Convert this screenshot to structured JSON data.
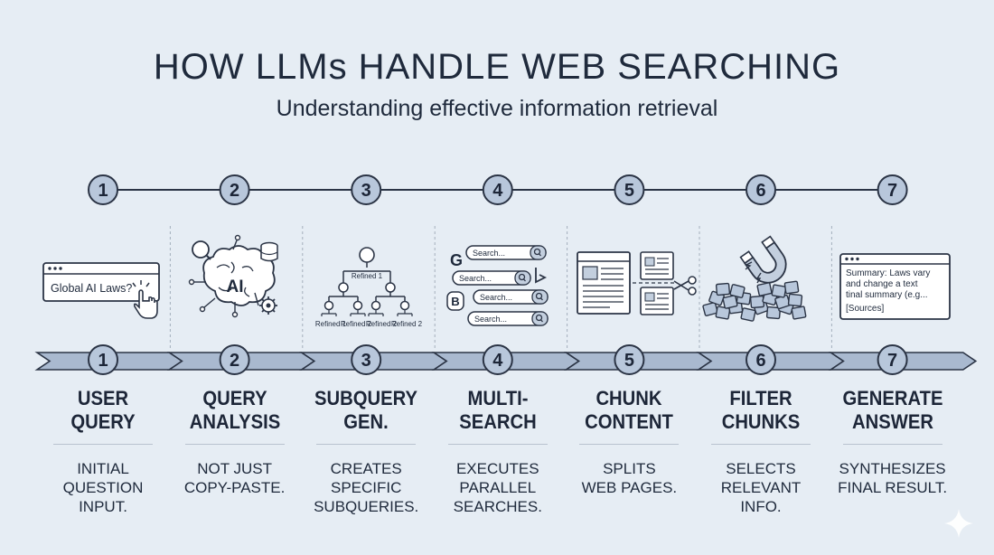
{
  "title": "HOW LLMs HANDLE WEB SEARCHING",
  "subtitle": "Understanding effective information retrieval",
  "steps": [
    {
      "number": "1",
      "title_line1": "USER",
      "title_line2": "QUERY",
      "desc_line1": "INITIAL",
      "desc_line2": "QUESTION",
      "desc_line3": "INPUT."
    },
    {
      "number": "2",
      "title_line1": "QUERY",
      "title_line2": "ANALYSIS",
      "desc_line1": "NOT JUST",
      "desc_line2": "COPY-PASTE.",
      "desc_line3": ""
    },
    {
      "number": "3",
      "title_line1": "SUBQUERY",
      "title_line2": "GEN.",
      "desc_line1": "CREATES",
      "desc_line2": "SPECIFIC",
      "desc_line3": "SUBQUERIES."
    },
    {
      "number": "4",
      "title_line1": "MULTI-",
      "title_line2": "SEARCH",
      "desc_line1": "EXECUTES",
      "desc_line2": "PARALLEL",
      "desc_line3": "SEARCHES."
    },
    {
      "number": "5",
      "title_line1": "CHUNK",
      "title_line2": "CONTENT",
      "desc_line1": "SPLITS",
      "desc_line2": "WEB PAGES.",
      "desc_line3": ""
    },
    {
      "number": "6",
      "title_line1": "FILTER",
      "title_line2": "CHUNKS",
      "desc_line1": "SELECTS",
      "desc_line2": "RELEVANT",
      "desc_line3": "INFO."
    },
    {
      "number": "7",
      "title_line1": "GENERATE",
      "title_line2": "ANSWER",
      "desc_line1": "SYNTHESIZES",
      "desc_line2": "FINAL RESULT.",
      "desc_line3": ""
    }
  ],
  "illustrations": {
    "query_box_text": "Global AI Laws?",
    "brain_label": "AI",
    "tree_root": "Refined 1",
    "tree_leaves": [
      "Refined 1",
      "Refined 2",
      "Refined 2",
      "Refined 2"
    ],
    "search_placeholder": "Search...",
    "summary_line1": "Summary: Laws vary",
    "summary_line2": "and change a text",
    "summary_line3": "tinal summary (e.g...",
    "summary_sources": "[Sources]"
  },
  "colors": {
    "background": "#e6edf4",
    "ink": "#1f2a3c",
    "node_fill": "#b8c7db",
    "arrow_fill": "#a9b9cf"
  }
}
